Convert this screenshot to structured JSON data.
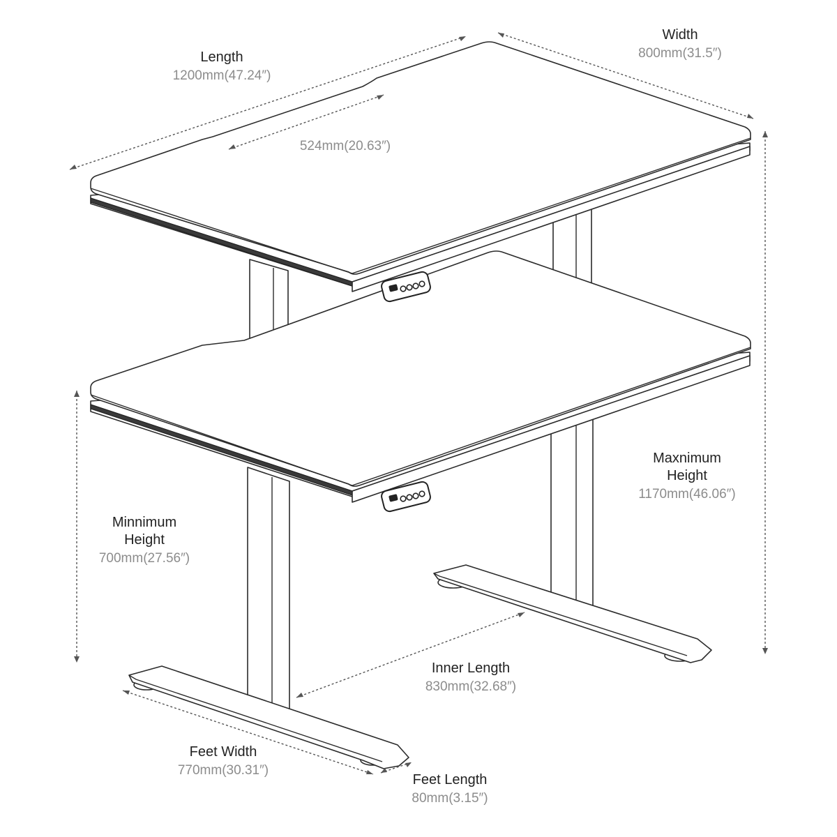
{
  "labels": {
    "length": {
      "name": "Length",
      "value": "1200mm(47.24″)"
    },
    "width": {
      "name": "Width",
      "value": "800mm(31.5″)"
    },
    "cutout": {
      "value": "524mm(20.63″)"
    },
    "max_height": {
      "name_line1": "Maxnimum",
      "name_line2": "Height",
      "value": "1170mm(46.06″)"
    },
    "min_height": {
      "name_line1": "Minnimum",
      "name_line2": "Height",
      "value": "700mm(27.56″)"
    },
    "inner_length": {
      "name": "Inner Length",
      "value": "830mm(32.68″)"
    },
    "feet_width": {
      "name": "Feet Width",
      "value": "770mm(30.31″)"
    },
    "feet_length": {
      "name": "Feet Length",
      "value": "80mm(3.15″)"
    }
  },
  "colors": {
    "outline": "#2b2b2b",
    "label": "#222222",
    "value": "#8c8c8c"
  }
}
